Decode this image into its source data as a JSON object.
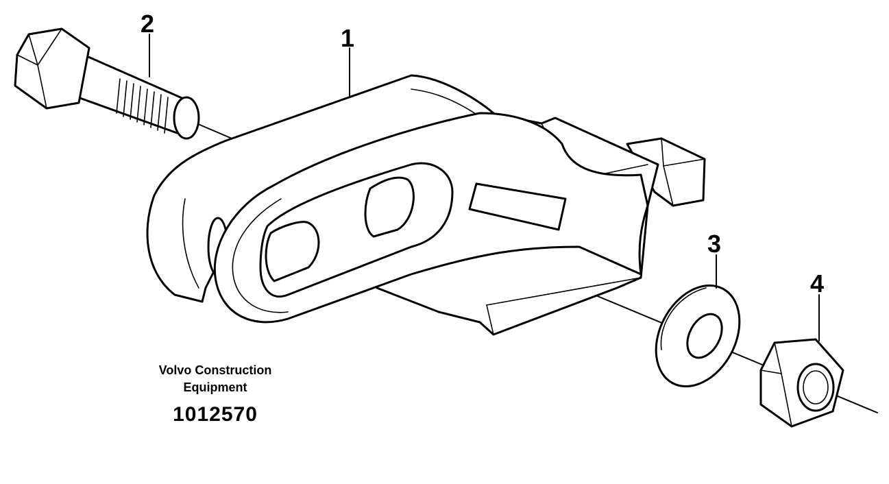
{
  "callouts": [
    {
      "number": "1",
      "part": "tooth-adapter"
    },
    {
      "number": "2",
      "part": "bolt"
    },
    {
      "number": "3",
      "part": "washer"
    },
    {
      "number": "4",
      "part": "nut"
    }
  ],
  "caption": {
    "line1": "Volvo Construction",
    "line2": "Equipment",
    "doc_number": "1012570"
  }
}
